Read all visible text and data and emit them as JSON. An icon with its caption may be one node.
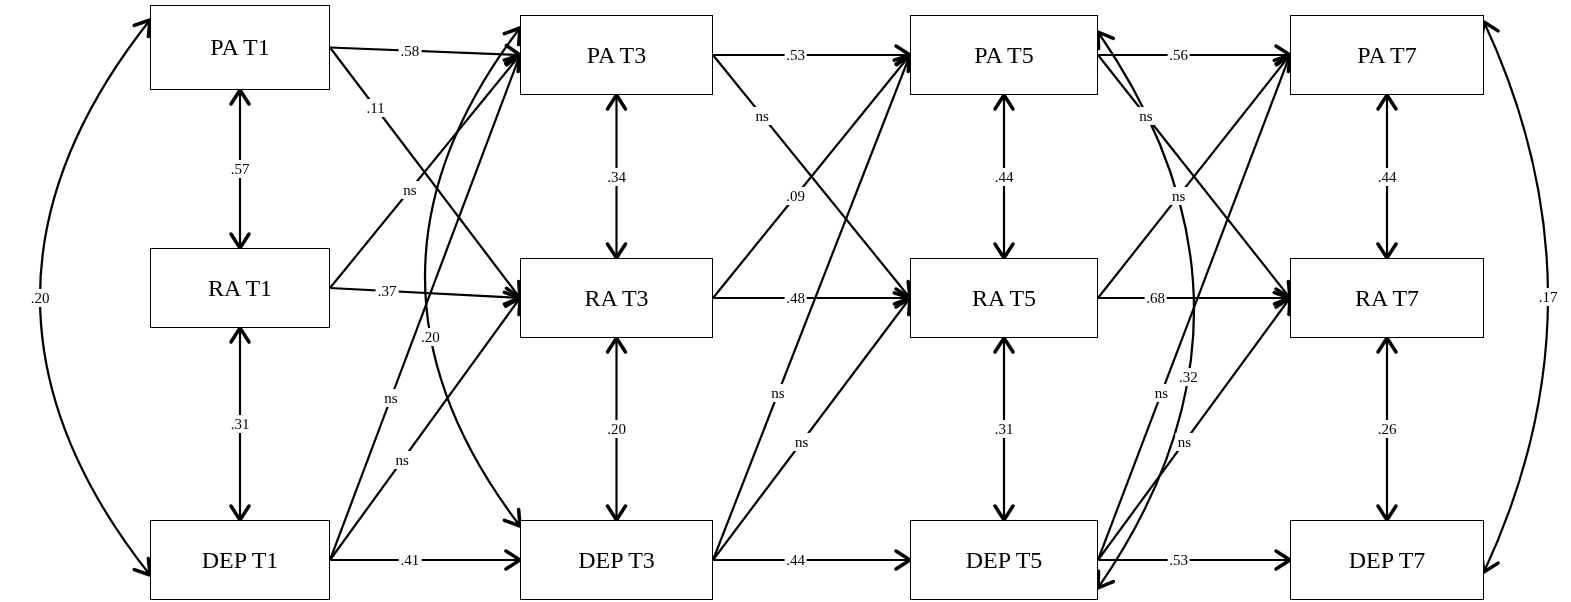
{
  "diagram": {
    "nodes": [
      {
        "text": [
          "PA T1"
        ]
      },
      {
        "text": [
          "PA T3"
        ]
      },
      {
        "text": [
          "PA T5"
        ]
      },
      {
        "text": [
          "PA T7"
        ]
      },
      {
        "text": [
          "RA T1"
        ]
      },
      {
        "text": [
          "RA T3"
        ]
      },
      {
        "text": [
          "RA T5"
        ]
      },
      {
        "text": [
          "RA T7"
        ]
      },
      {
        "text": [
          "DEP T1"
        ]
      },
      {
        "text": [
          "DEP T3"
        ]
      },
      {
        "text": [
          "DEP T5"
        ]
      },
      {
        "text": [
          "DEP T7"
        ]
      }
    ],
    "edges": [
      {
        "from": 0,
        "to": 4,
        "arrow": "both",
        "label": ".57"
      },
      {
        "from": 4,
        "to": 8,
        "arrow": "both",
        "label": ".31"
      },
      {
        "from": 0,
        "to": 8,
        "arrow": "both",
        "label": ".20"
      },
      {
        "from": 0,
        "to": 1,
        "arrow": "to",
        "label": ".58"
      },
      {
        "from": 0,
        "to": 5,
        "arrow": "to",
        "label": ".11"
      },
      {
        "from": 4,
        "to": 1,
        "arrow": "to",
        "label": "ns"
      },
      {
        "from": 4,
        "to": 5,
        "arrow": "to",
        "label": ".37"
      },
      {
        "from": 8,
        "to": 1,
        "arrow": "to",
        "label": "ns"
      },
      {
        "from": 8,
        "to": 5,
        "arrow": "to",
        "label": "ns"
      },
      {
        "from": 8,
        "to": 9,
        "arrow": "to",
        "label": ".41"
      },
      {
        "from": 1,
        "to": 9,
        "arrow": "both",
        "label": ".20"
      },
      {
        "from": 1,
        "to": 5,
        "arrow": "both",
        "label": ".34"
      },
      {
        "from": 5,
        "to": 9,
        "arrow": "both",
        "label": ".20"
      },
      {
        "from": 1,
        "to": 2,
        "arrow": "to",
        "label": ".53"
      },
      {
        "from": 1,
        "to": 6,
        "arrow": "to",
        "label": "ns"
      },
      {
        "from": 5,
        "to": 2,
        "arrow": "to",
        "label": ".09"
      },
      {
        "from": 5,
        "to": 6,
        "arrow": "to",
        "label": ".48"
      },
      {
        "from": 9,
        "to": 2,
        "arrow": "to",
        "label": "ns"
      },
      {
        "from": 9,
        "to": 6,
        "arrow": "to",
        "label": "ns"
      },
      {
        "from": 9,
        "to": 10,
        "arrow": "to",
        "label": ".44"
      },
      {
        "from": 2,
        "to": 6,
        "arrow": "both",
        "label": ".44"
      },
      {
        "from": 6,
        "to": 10,
        "arrow": "both",
        "label": ".31"
      },
      {
        "from": 2,
        "to": 10,
        "arrow": "both",
        "label": ".32"
      },
      {
        "from": 2,
        "to": 3,
        "arrow": "to",
        "label": ".56"
      },
      {
        "from": 2,
        "to": 7,
        "arrow": "to",
        "label": "ns"
      },
      {
        "from": 6,
        "to": 3,
        "arrow": "to",
        "label": "ns"
      },
      {
        "from": 6,
        "to": 7,
        "arrow": "to",
        "label": ".68"
      },
      {
        "from": 10,
        "to": 3,
        "arrow": "to",
        "label": "ns"
      },
      {
        "from": 10,
        "to": 7,
        "arrow": "to",
        "label": "ns"
      },
      {
        "from": 10,
        "to": 11,
        "arrow": "to",
        "label": ".53"
      },
      {
        "from": 3,
        "to": 7,
        "arrow": "both",
        "label": ".44"
      },
      {
        "from": 7,
        "to": 11,
        "arrow": "both",
        "label": ".26"
      },
      {
        "from": 3,
        "to": 11,
        "arrow": "both",
        "label": ".17"
      }
    ]
  }
}
